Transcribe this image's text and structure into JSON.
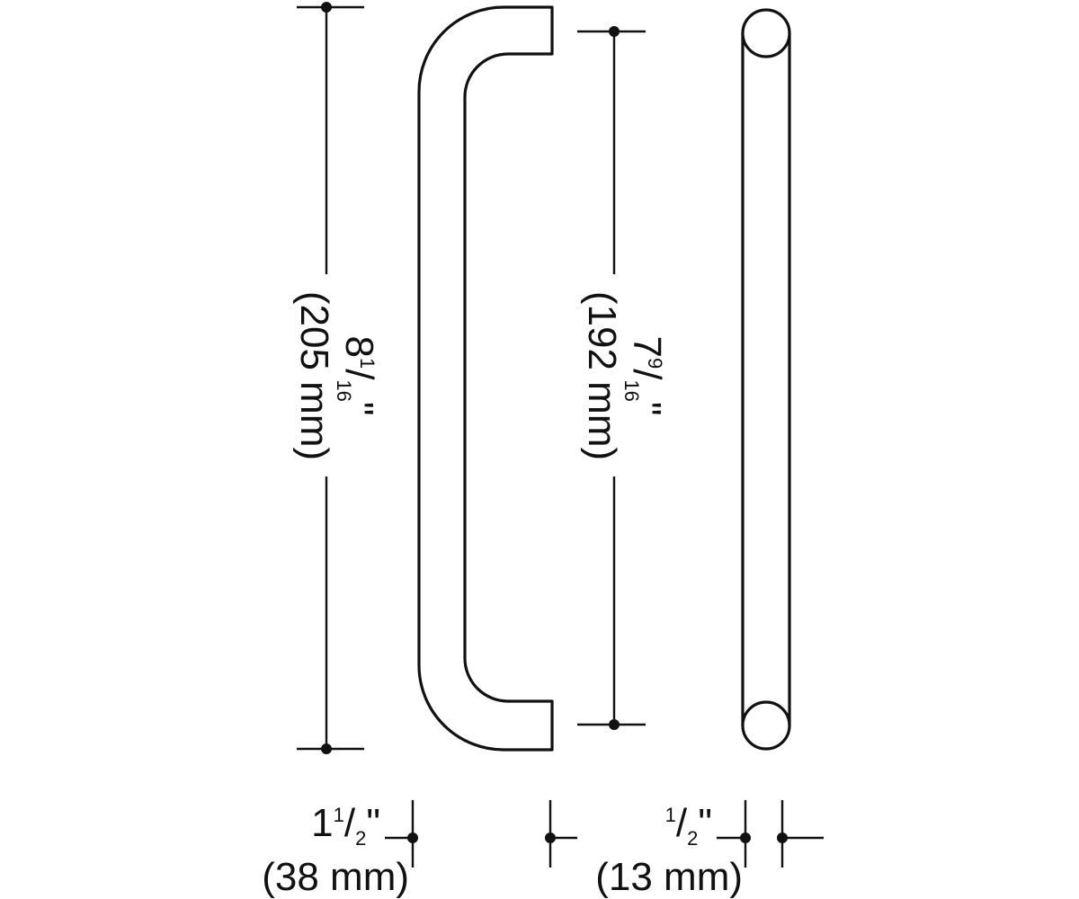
{
  "dimensions": {
    "overall_length": {
      "whole": "8",
      "num": "1",
      "den": "16",
      "unit_mark": "\"",
      "metric": "(205 mm)"
    },
    "center_to_center": {
      "whole": "7",
      "num": "9",
      "den": "16",
      "unit_mark": "\"",
      "metric": "(192 mm)"
    },
    "projection": {
      "whole": "1",
      "num": "1",
      "den": "2",
      "unit_mark": "\"",
      "metric": "(38 mm)"
    },
    "diameter": {
      "num": "1",
      "den": "2",
      "unit_mark": "\"",
      "metric": "(13 mm)"
    }
  },
  "colors": {
    "line": "#111111",
    "background": "#ffffff"
  }
}
